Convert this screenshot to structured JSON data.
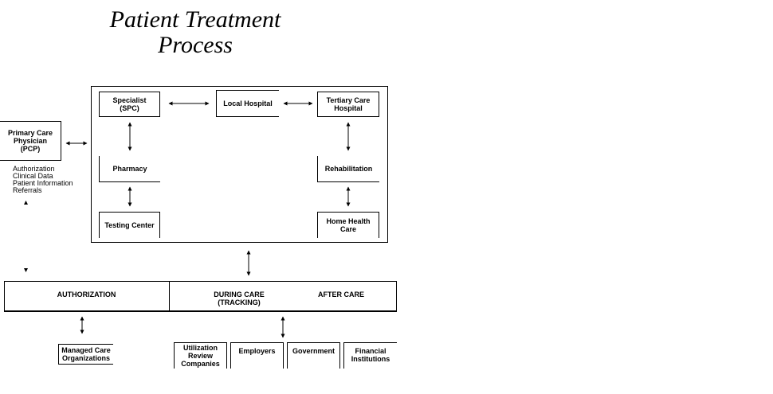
{
  "title": {
    "line1": "Patient Treatment",
    "line2": "Process"
  },
  "nodes": {
    "pcp": "Primary Care\nPhysician\n(PCP)",
    "specialist": "Specialist\n(SPC)",
    "local_hospital": "Local Hospital",
    "tertiary": "Tertiary Care\nHospital",
    "pharmacy": "Pharmacy",
    "rehab": "Rehabilitation",
    "testing": "Testing Center",
    "home_health": "Home Health\nCare",
    "managed_care": "Managed Care\nOrganizations",
    "utilization": "Utilization\nReview\nCompanies",
    "employers": "Employers",
    "government": "Government",
    "financial": "Financial\nInstitutions"
  },
  "pcp_notes": [
    "Authorization",
    "Clinical Data",
    "Patient Information",
    "Referrals"
  ],
  "bar": {
    "authorization": "AUTHORIZATION",
    "during": "DURING CARE\n(TRACKING)",
    "after": "AFTER CARE"
  }
}
